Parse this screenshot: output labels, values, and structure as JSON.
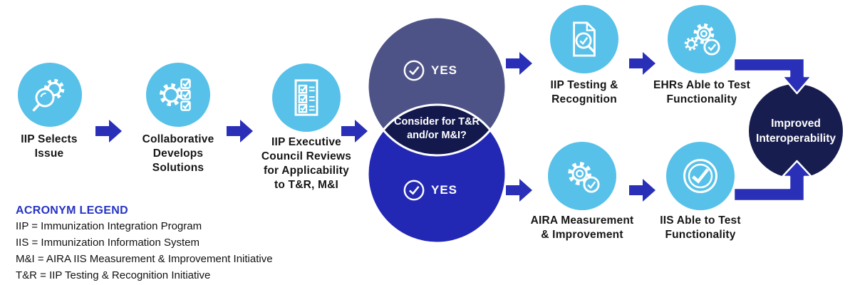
{
  "palette": {
    "lightblue": "#57C1E9",
    "arrow": "#2A2FB8",
    "venn_top": "#4E5387",
    "venn_bottom": "#2328B4",
    "venn_overlap": "#13194D",
    "navy": "#171D4E",
    "legend_blue": "#2633C4",
    "ink": "#161616"
  },
  "nodes": {
    "select": {
      "icon": "search-gear-icon",
      "lines": [
        "IIP Selects",
        "Issue"
      ]
    },
    "collab": {
      "icon": "gear-checklist-icon",
      "lines": [
        "Collaborative",
        "Develops",
        "Solutions"
      ]
    },
    "council": {
      "icon": "checklist-icon",
      "lines": [
        "IIP Executive",
        "Council Reviews",
        "for Applicability",
        "to T&R, M&I"
      ]
    },
    "testing": {
      "icon": "document-review-icon",
      "lines": [
        "IIP Testing &",
        "Recognition"
      ]
    },
    "ehrs": {
      "icon": "gears-check-icon",
      "lines": [
        "EHRs Able to Test",
        "Functionality"
      ]
    },
    "aira": {
      "icon": "gear-check-icon",
      "lines": [
        "AIRA Measurement",
        "& Improvement"
      ]
    },
    "iis": {
      "icon": "circle-check-icon",
      "lines": [
        "IIS Able to Test",
        "Functionality"
      ]
    },
    "outcome": {
      "lines": [
        "Improved",
        "Interoperability"
      ]
    }
  },
  "venn": {
    "question_lines": [
      "Consider for T&R",
      "and/or M&I?"
    ],
    "yes_top": "YES",
    "yes_bottom": "YES"
  },
  "legend": {
    "heading": "ACRONYM LEGEND",
    "items": [
      "IIP = Immunization Integration Program",
      "IIS = Immunization Information System",
      "M&I = AIRA IIS Measurement & Improvement Initiative",
      "T&R = IIP Testing & Recognition Initiative"
    ]
  }
}
